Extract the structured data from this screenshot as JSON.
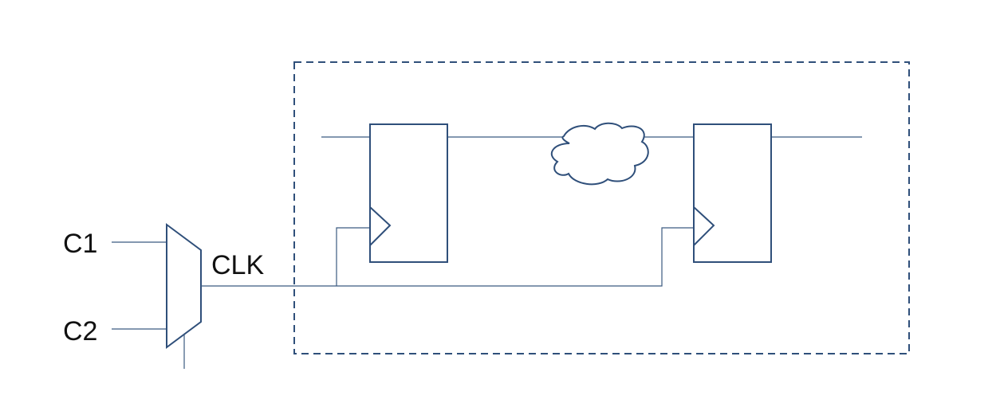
{
  "labels": {
    "input_1": "C1",
    "input_2": "C2",
    "mux_output": "CLK"
  },
  "colors": {
    "stroke": "#2f4f7a",
    "wire": "#3b5a80",
    "text": "#111111"
  }
}
